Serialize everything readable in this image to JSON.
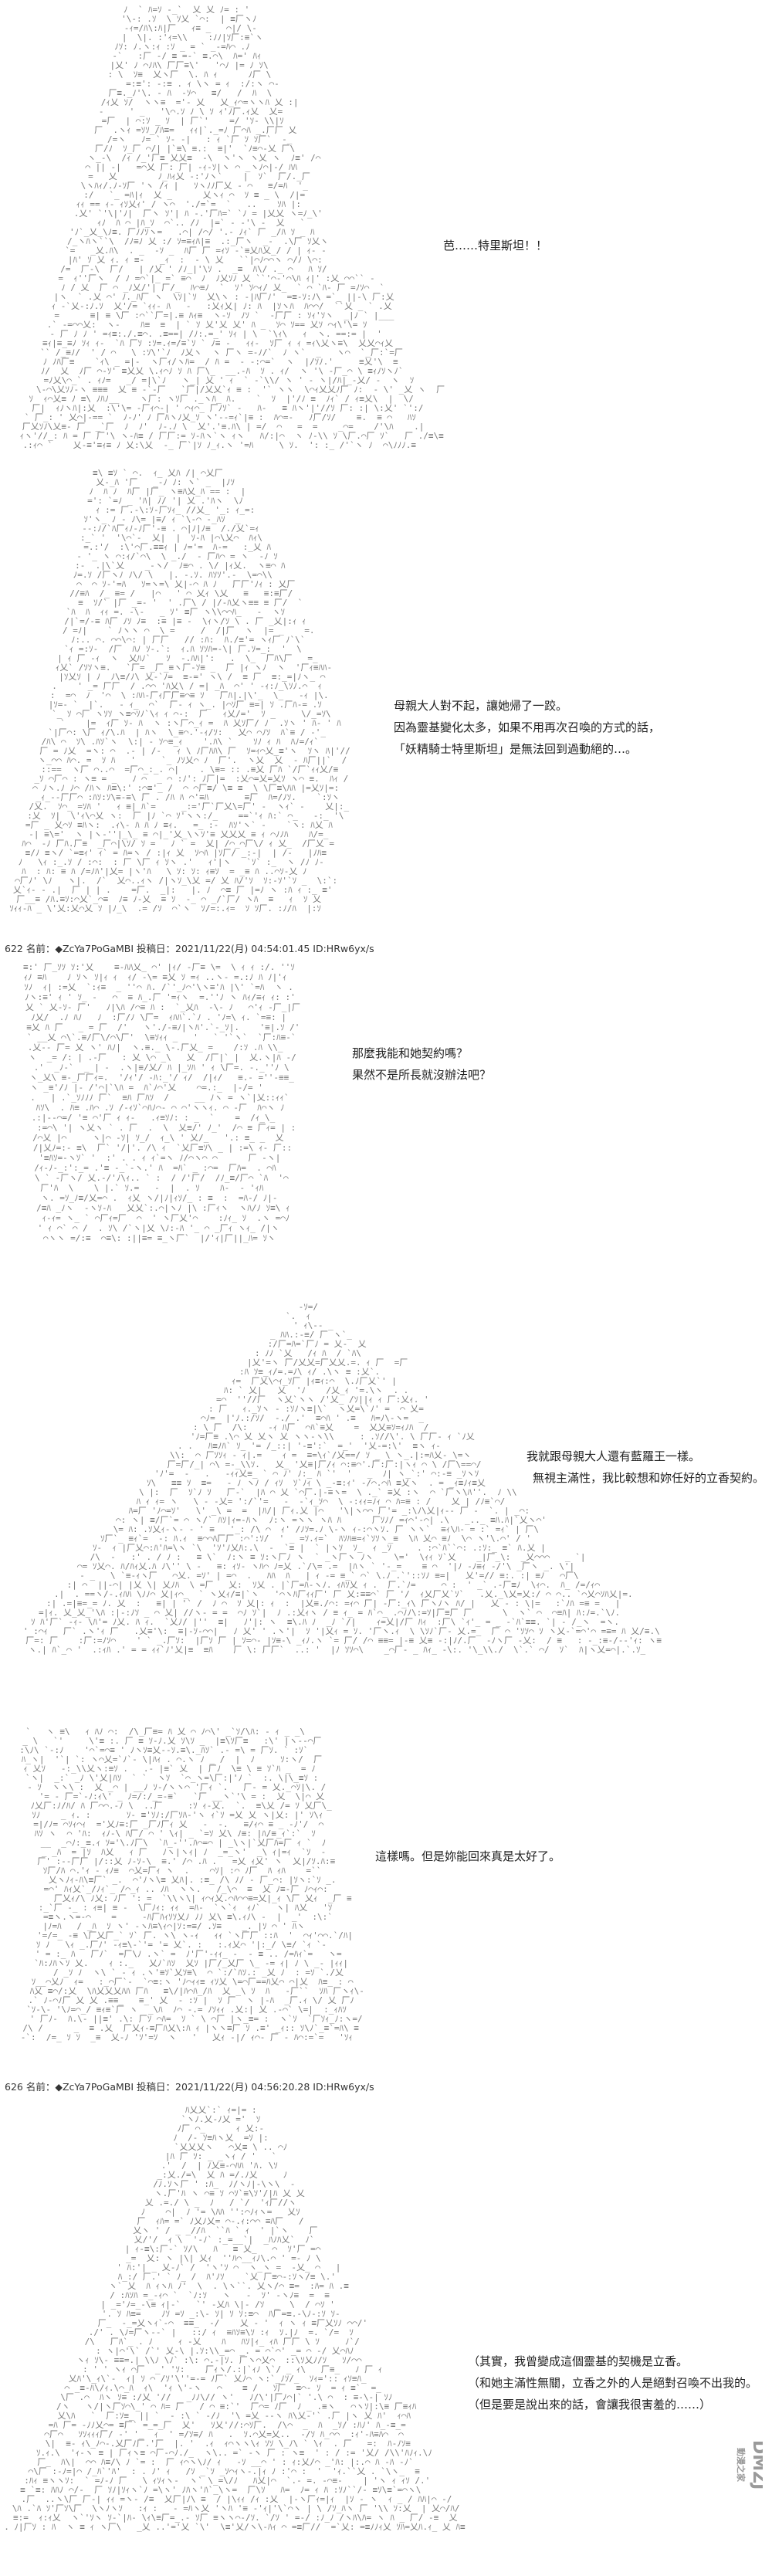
{
  "panels": [
    {
      "id": 1,
      "dialog": [
        "芭……特里斯坦！！"
      ]
    },
    {
      "id": 2,
      "dialog": [
        "母親大人對不起，讓她帰了一跤。",
        "因為靈基變化太多，如果不用再次召喚的方式的話，",
        "「妖精騎士特里斯坦」是無法回到過動絕的…。"
      ]
    },
    {
      "id": 3,
      "dialog": [
        "那麼我能和她契約嗎？",
        "果然不是所長就沒辦法吧？"
      ]
    },
    {
      "id": 4,
      "dialog": [
        "我就跟母親大人還有藍羅王一樣。",
        "無視主滿性，我比較想和妳任好的立香契約。"
      ]
    },
    {
      "id": 5,
      "dialog": [
        "這樣嗎。但是妳能回來真是太好了。"
      ]
    },
    {
      "id": 6,
      "dialog": [
        "（其實，我曾變成這個靈基的契機是立香。",
        "（和她主滿性無關，立香之外的人是絕對召喚不出我的。",
        "（但是要是說出來的話，會讓我很害羞的……）"
      ]
    }
  ],
  "posts": [
    {
      "header": "622 名前：◆ZcYa7PoGaMBI 投稿日：2021/11/22(月) 04:54:01.45 ID:HRw6yx/s"
    },
    {
      "header": "626 名前：◆ZcYa7PoGaMBI 投稿日：2021/11/22(月) 04:56:20.28 ID:HRw6yx/s"
    }
  ],
  "watermark": {
    "text": "DMZJ",
    "sub": "動漫之家"
  }
}
